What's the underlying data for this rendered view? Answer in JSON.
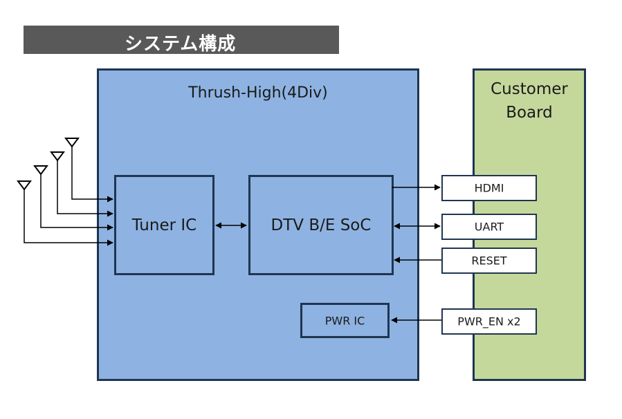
{
  "title": "システム構成",
  "main_board": {
    "label": "Thrush-High(4Div)"
  },
  "customer_board": {
    "label": "Customer Board"
  },
  "blocks": {
    "tuner": "Tuner IC",
    "soc": "DTV B/E SoC",
    "pwr": "PWR IC"
  },
  "signals": {
    "hdmi": "HDMI",
    "uart": "UART",
    "reset": "RESET",
    "pwr_en": "PWR_EN x2"
  },
  "antenna_count": 4,
  "colors": {
    "title_bg": "#595959",
    "main_board": "#8eb3e2",
    "customer_board": "#c5d89c",
    "border": "#1f3550"
  }
}
